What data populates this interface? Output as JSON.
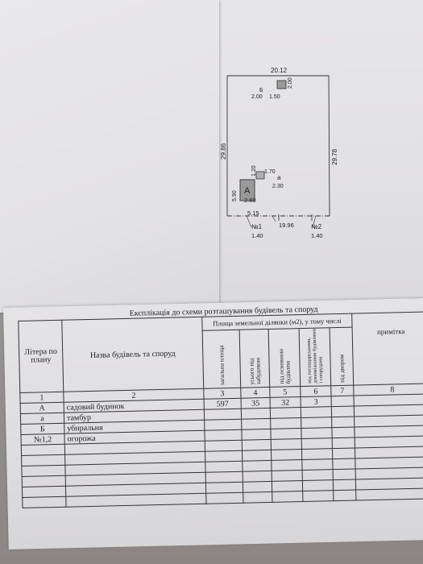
{
  "plan": {
    "top_width": "20.12",
    "left_height": "29.86",
    "right_height": "29.78",
    "b_label": "Б",
    "b_w": "2.00",
    "b_l": "1.50",
    "b_h": "2.00",
    "a_label": "А",
    "a_small_label": "а",
    "a_w": "2.60",
    "a_h": "5.90",
    "tambur_w": "1.70",
    "tambur_h": "1.20",
    "tambur_l": "2.30",
    "front_left": "5.15",
    "front_right": "19.96",
    "gate1": "№1",
    "gate1_w": "1.40",
    "gate2": "№2",
    "gate2_w": "1.40"
  },
  "table": {
    "title": "Експлікація до схеми розташування будівель та споруд",
    "col_letter": "Літера по плану",
    "col_name": "Назва будівель та споруд",
    "area_header": "Площа земельної ділянки (м2), у тому числі",
    "col_total": "загальна площа",
    "col_built": "усього під забудовою",
    "col_main": "під основною будівлею",
    "col_aux": "під господарськими, допоміжними будівлями і спорудами",
    "col_yard": "під двором",
    "col_note": "примітка",
    "nums": [
      "1",
      "2",
      "3",
      "4",
      "5",
      "6",
      "7",
      "8"
    ],
    "rows": [
      {
        "letter": "А",
        "name": "садовий будинок"
      },
      {
        "letter": "а",
        "name": "тамбур"
      },
      {
        "letter": "Б",
        "name": "убиральня"
      },
      {
        "letter": "№1,2",
        "name": "огорожа"
      }
    ],
    "values": {
      "total": "597",
      "built": "35",
      "main": "32",
      "aux": "3",
      "yard": "",
      "note": ""
    }
  }
}
